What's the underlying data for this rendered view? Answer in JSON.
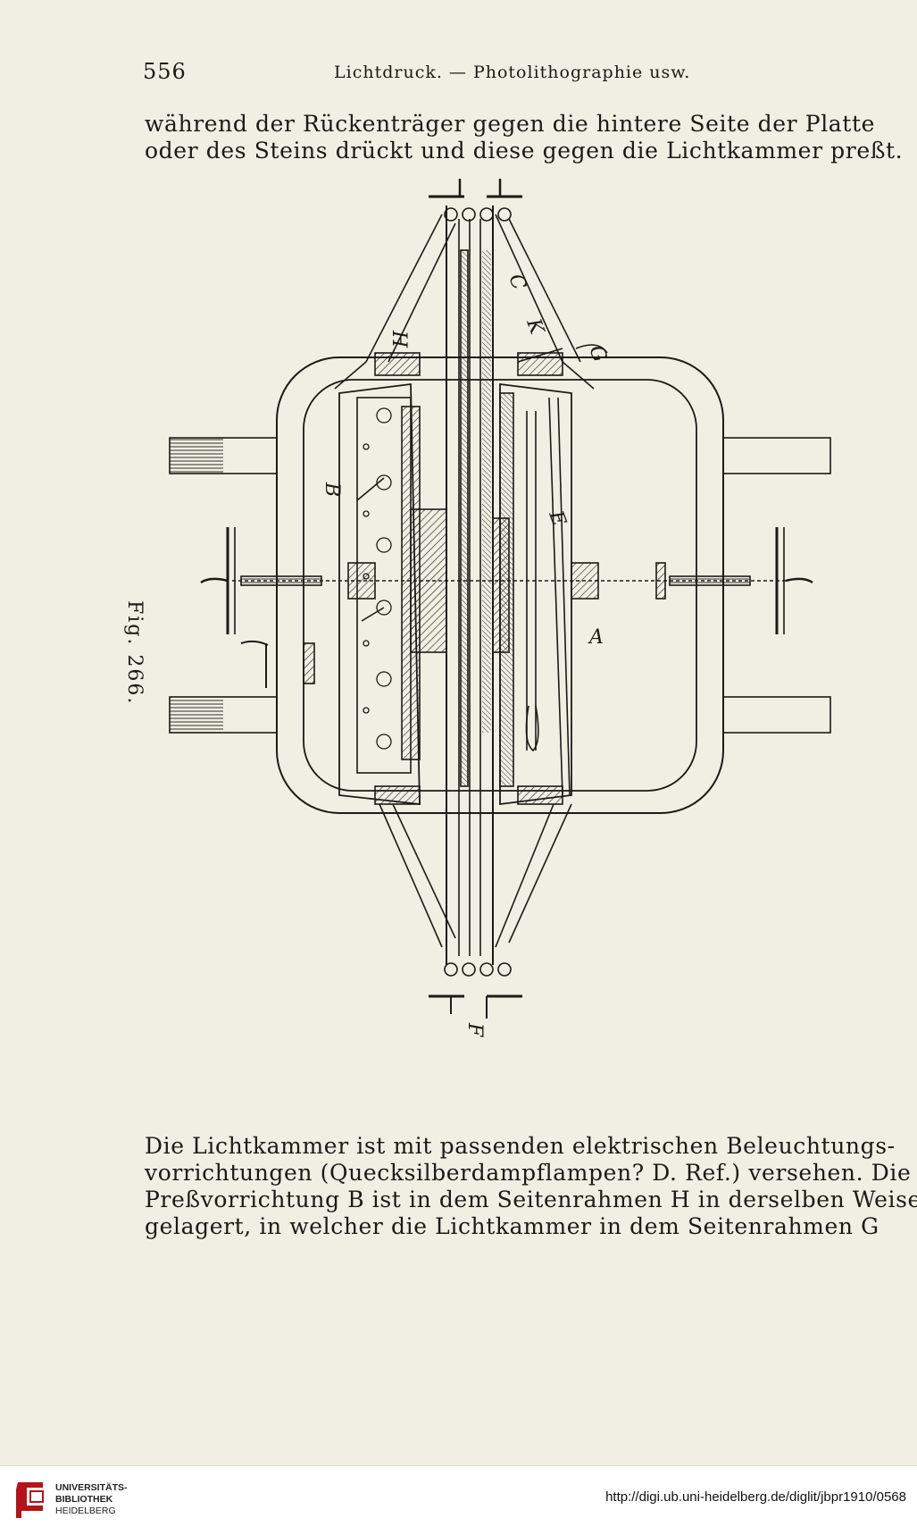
{
  "header": {
    "page_number": "556",
    "running_head": "Lichtdruck. — Photolithographie usw."
  },
  "paragraph_top": {
    "lines": [
      "während der Rückenträger gegen die hintere Seite der Platte",
      "oder des Steins drückt und diese gegen die Lichtkammer preßt."
    ]
  },
  "figure": {
    "caption": "Fig. 266.",
    "labels": {
      "A": "A",
      "B": "B",
      "E": "E",
      "G": "G",
      "H": "H",
      "K": "K",
      "C": "C",
      "F": "F"
    }
  },
  "paragraph_bottom": {
    "lines": [
      "Die Lichtkammer ist mit passenden elektrischen Beleuchtungs-",
      "vorrichtungen (Quecksilberdampflampen? D. Ref.) versehen. Die",
      "Preßvorrichtung B ist in dem Seitenrahmen H in derselben Weise",
      "gelagert, in welcher die Lichtkammer in dem Seitenrahmen G"
    ]
  },
  "footer": {
    "library_lines": [
      "UNIVERSITÄTS-",
      "BIBLIOTHEK",
      "HEIDELBERG"
    ],
    "url": "http://digi.ub.uni-heidelberg.de/diglit/jbpr1910/0568",
    "logo_color": "#b5121b"
  }
}
